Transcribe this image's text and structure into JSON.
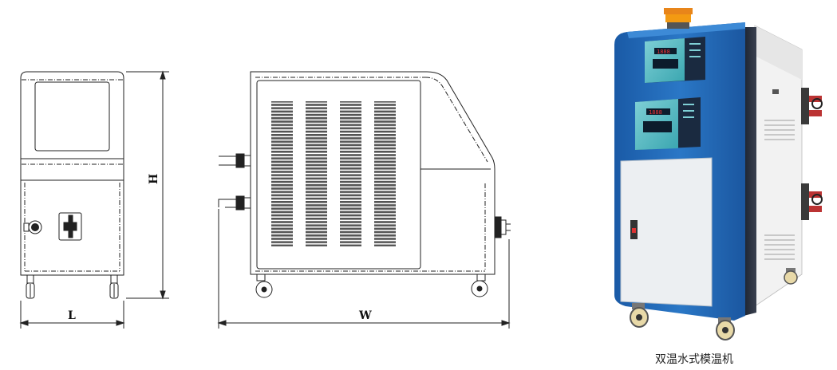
{
  "dimensions": {
    "height_label": "H",
    "length_label": "L",
    "width_label": "W"
  },
  "photo": {
    "caption": "双温水式模温机",
    "colors": {
      "cabinet_blue": "#1f63b0",
      "door_gray": "#eceff2",
      "side_panel": "#f3f3f3",
      "beacon": "#f39a12",
      "panel_teal": "#4fb7c0"
    },
    "controller_readout": "1888"
  }
}
